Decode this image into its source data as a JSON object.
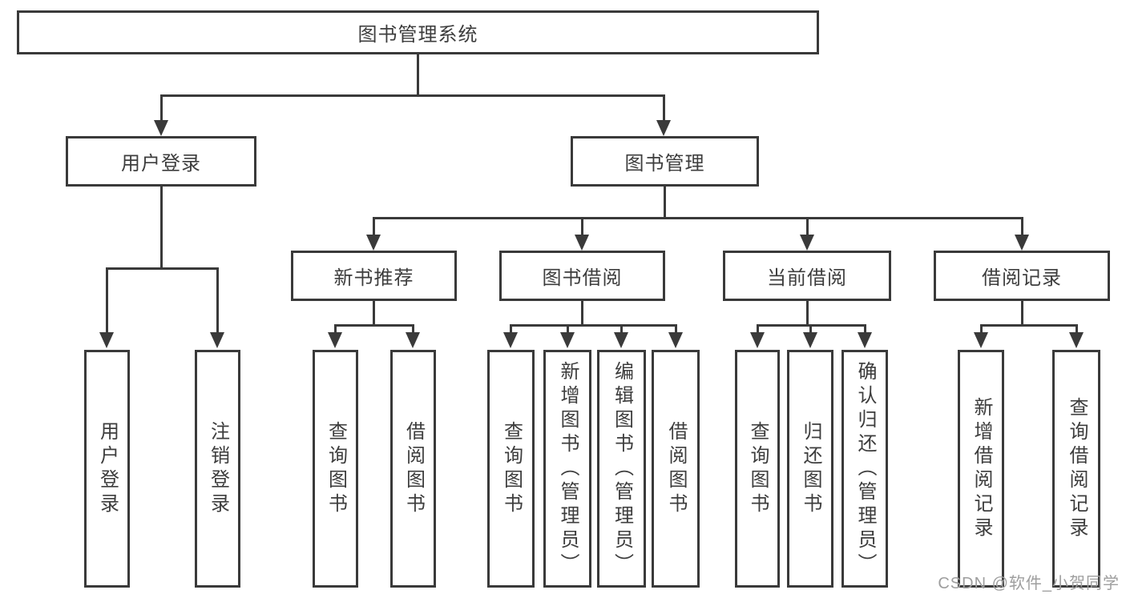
{
  "colors": {
    "line": "#3a3a3a",
    "text": "#3d3d3d",
    "box_background": "#ffffff",
    "watermark": "#9e9e9e"
  },
  "root": {
    "label": "图书管理系统"
  },
  "branches": {
    "user_login": {
      "label": "用户登录",
      "children": [
        {
          "label": "用户登录"
        },
        {
          "label": "注销登录"
        }
      ]
    },
    "book_management": {
      "label": "图书管理",
      "groups": [
        {
          "label": "新书推荐",
          "children": [
            {
              "label": "查询图书"
            },
            {
              "label": "借阅图书"
            }
          ]
        },
        {
          "label": "图书借阅",
          "children": [
            {
              "label": "查询图书"
            },
            {
              "label": "新增图书（管理员）"
            },
            {
              "label": "编辑图书（管理员）"
            },
            {
              "label": "借阅图书"
            }
          ]
        },
        {
          "label": "当前借阅",
          "children": [
            {
              "label": "查询图书"
            },
            {
              "label": "归还图书"
            },
            {
              "label": "确认归还（管理员）"
            }
          ]
        },
        {
          "label": "借阅记录",
          "children": [
            {
              "label": "新增借阅记录"
            },
            {
              "label": "查询借阅记录"
            }
          ]
        }
      ]
    }
  },
  "watermark": {
    "text": "CSDN @软件_小贺同学"
  }
}
